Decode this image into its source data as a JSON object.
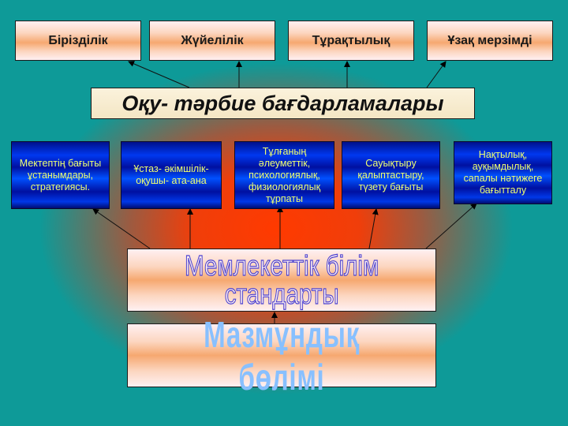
{
  "top_principles": [
    "Бірізділік",
    "Жүйелілік",
    "Тұрақтылық",
    "Ұзақ  мерзімді"
  ],
  "title": "Оқу- тәрбие бағдарламалары",
  "middle_boxes": [
    "Мектептің бағыты\nұстанымдары,\n стратегиясы.",
    "Ұстаз- әкімшілік-\nоқушы- ата-ана",
    "Тұлғаның\nәлеуметтік,\nпсихологиялық,\nфизиологиялық\nтұрпаты",
    "Сауықтыру\nқалыптастыру,\nтүзету бағыты",
    "Нақтылық,\nауқымдылық,\nсапалы нәтижеге\nбағытталу"
  ],
  "standards_box": "Мемлекеттік білім\nстандарты",
  "content_box": "Мазмұндық  бөлімі",
  "colors": {
    "background_teal": "#0e9a98",
    "center_glow": "#ff3a00",
    "blue_box": "#0038f0",
    "blue_box_text": "#f0ff70",
    "standards_text_outline": "#4a40d0",
    "content_text": "#88c0ff"
  }
}
